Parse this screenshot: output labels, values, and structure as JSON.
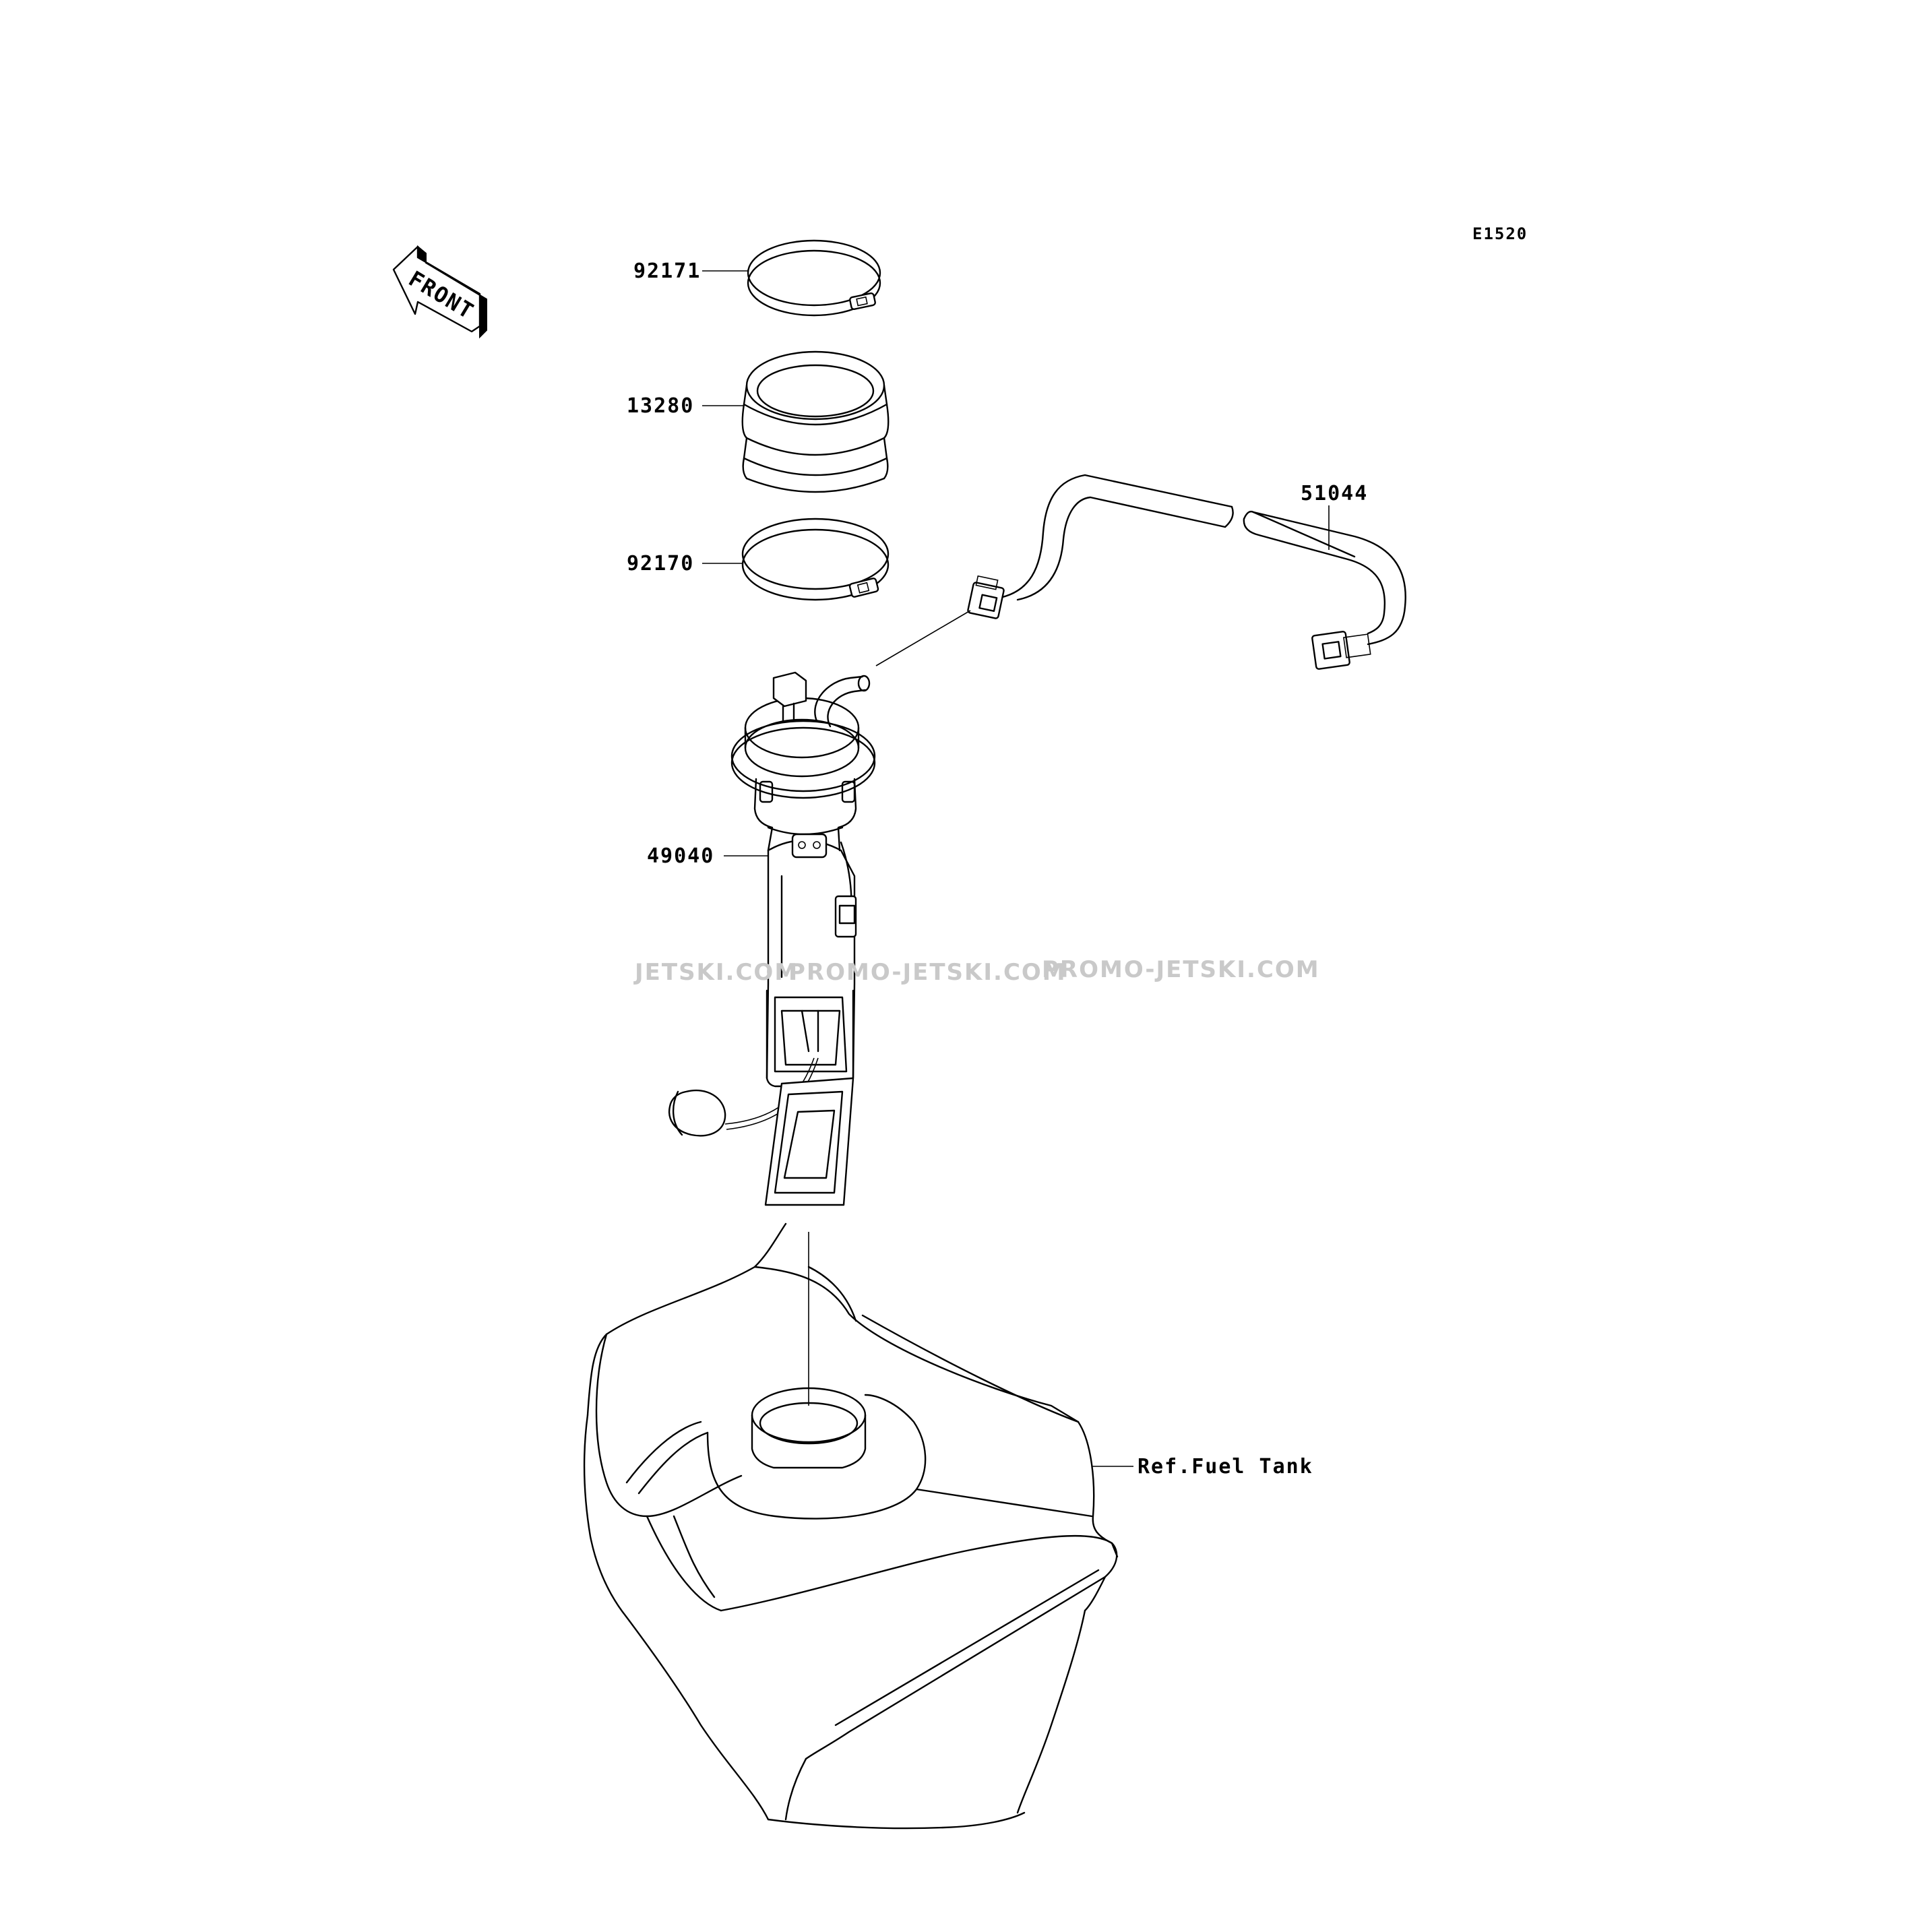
{
  "diagram": {
    "code": "E1520",
    "front_label": "FRONT",
    "parts": [
      {
        "id": "clamp-upper",
        "number": "92171"
      },
      {
        "id": "hose-joint",
        "number": "13280"
      },
      {
        "id": "clamp-lower",
        "number": "92170"
      },
      {
        "id": "wire-lead",
        "number": "51044"
      },
      {
        "id": "fuel-pump",
        "number": "49040"
      }
    ],
    "reference_label": "Ref.Fuel Tank"
  },
  "watermark": {
    "segments": [
      "JETSKI.COM",
      "PROMO-JETSKI.COM",
      "PROMO-JETSKI.COM"
    ]
  }
}
